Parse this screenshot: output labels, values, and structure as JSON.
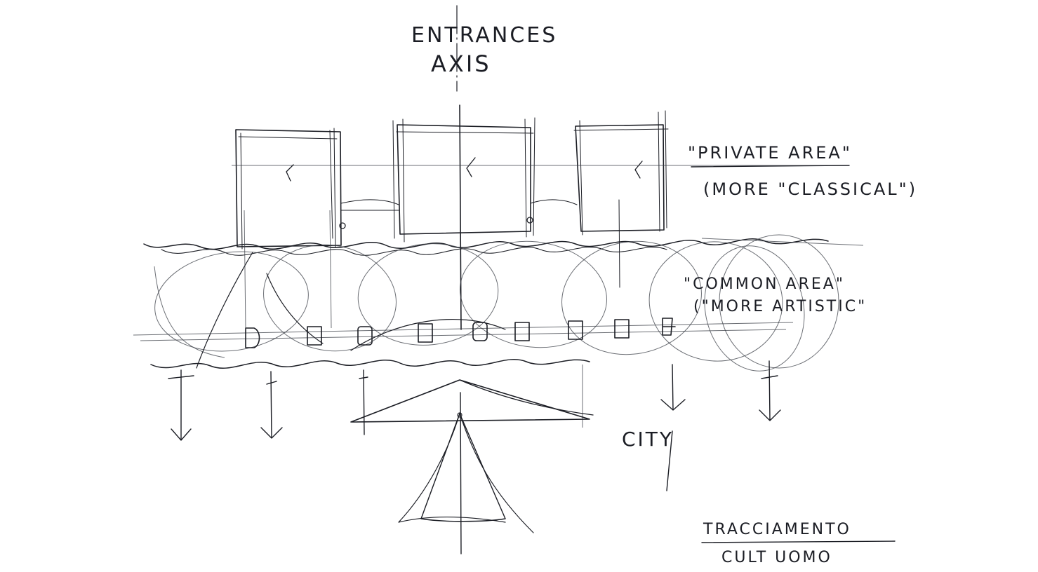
{
  "labels": {
    "entrances_axis_line1": "ENTRANCES",
    "entrances_axis_line2": "AXIS",
    "private_area_line1": "\"PRIVATE AREA\"",
    "private_area_line2": "(MORE \"CLASSICAL\")",
    "common_area_line1": "\"COMMON AREA\"",
    "common_area_line2": "(\"MORE ARTISTIC\"",
    "city": "CITY",
    "signature_line1": "TRACCIAMENTO",
    "signature_line2": "CULT UOMO"
  },
  "colors": {
    "ink": "#1b1d24",
    "paper": "#ffffff"
  }
}
